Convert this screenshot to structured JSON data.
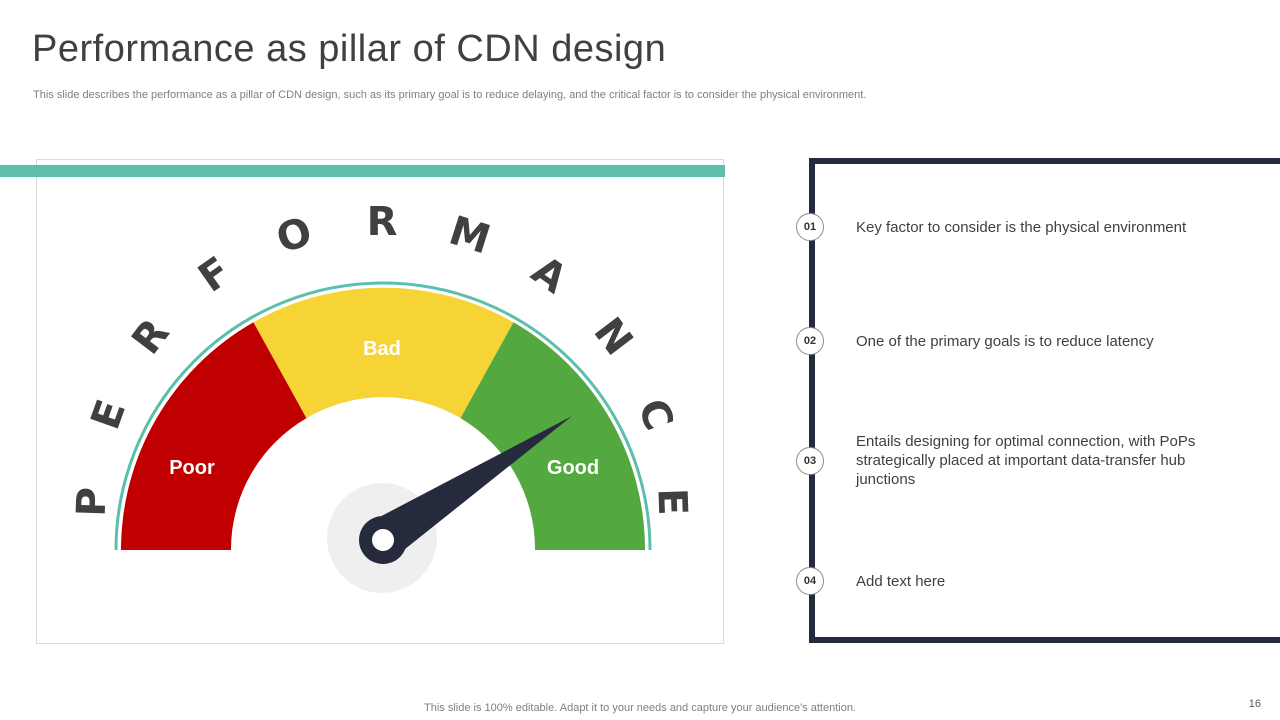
{
  "slide": {
    "title": "Performance as pillar of CDN design",
    "subtitle": "This slide describes the performance as a pillar of CDN design, such as its primary goal is to reduce delaying, and the critical factor is to consider the physical environment.",
    "footer": "This slide is 100% editable. Adapt it to your needs and capture your audience's attention.",
    "page_number": "16"
  },
  "gauge": {
    "arc_word": "PERFORMANCE",
    "segments": [
      {
        "label": "Poor",
        "color": "#c00000"
      },
      {
        "label": "Bad",
        "color": "#f7d435"
      },
      {
        "label": "Good",
        "color": "#53a840"
      }
    ],
    "needle_color": "#262a3d",
    "arc_outline_color": "#5cbfab"
  },
  "items": [
    {
      "number": "01",
      "text": "Key factor to consider is the physical environment"
    },
    {
      "number": "02",
      "text": "One of the primary goals is to reduce latency"
    },
    {
      "number": "03",
      "text": "Entails designing for optimal connection, with PoPs strategically placed at important data-transfer hub junctions"
    },
    {
      "number": "04",
      "text": "Add text here"
    }
  ],
  "colors": {
    "accent_teal": "#5cbfab",
    "navy": "#262a3d"
  }
}
